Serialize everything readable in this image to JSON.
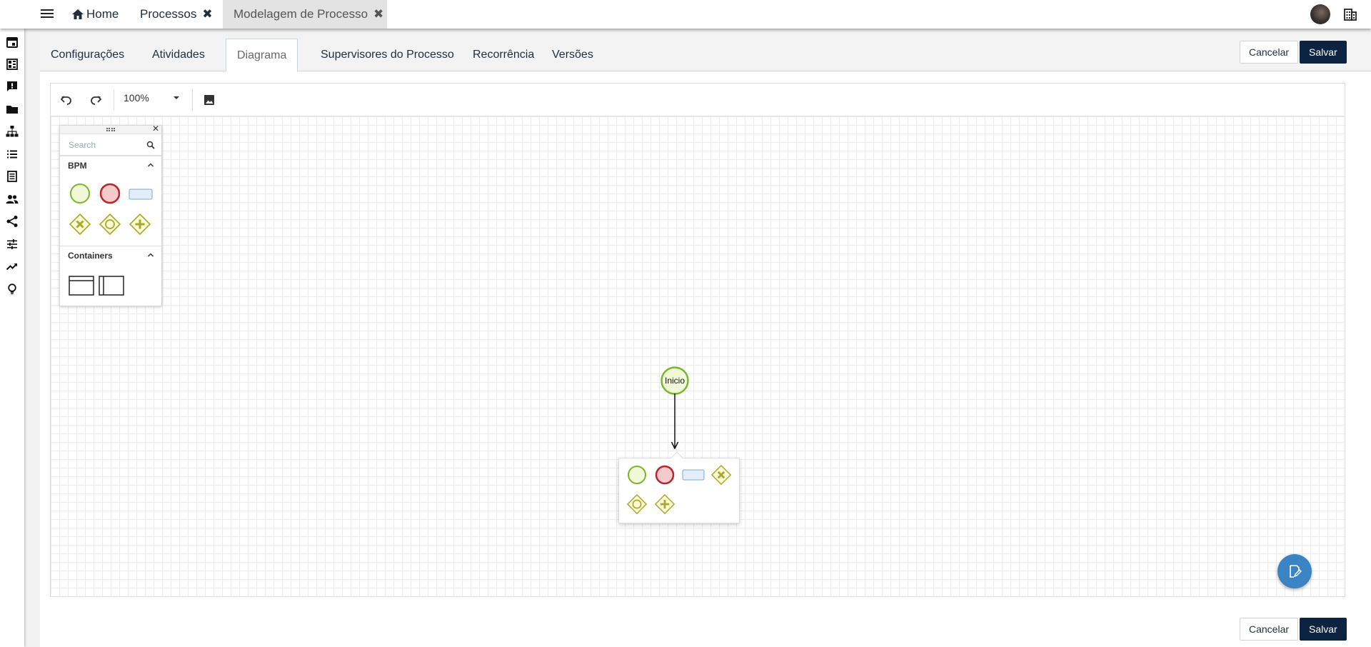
{
  "topbar": {
    "tabs": [
      {
        "label": "Home"
      },
      {
        "label": "Processos",
        "close": "✖"
      },
      {
        "label": "Modelagem de Processo",
        "close": "✖"
      }
    ],
    "icons": [
      "menu-icon",
      "home-icon",
      "avatar",
      "building-icon"
    ]
  },
  "sidebar": {
    "icons": [
      "calendar-icon",
      "dashboard-icon",
      "feedback-icon",
      "folder-icon",
      "sitemap-icon",
      "list-icon",
      "document-icon",
      "people-icon",
      "share-icon",
      "tune-icon",
      "trending-icon",
      "lightbulb-icon"
    ]
  },
  "tabs": [
    {
      "label": "Configurações"
    },
    {
      "label": "Atividades"
    },
    {
      "label": "Diagrama"
    },
    {
      "label": "Supervisores do Processo"
    },
    {
      "label": "Recorrência"
    },
    {
      "label": "Versões"
    }
  ],
  "active_tab": "Diagrama",
  "actions": {
    "cancel": "Cancelar",
    "save": "Salvar"
  },
  "toolbar": {
    "zoom": "100%"
  },
  "palette": {
    "search_placeholder": "Search",
    "sections": [
      {
        "title": "BPM",
        "items": [
          "start-event",
          "end-event",
          "task",
          "exclusive-gateway",
          "inclusive-gateway",
          "parallel-gateway"
        ]
      },
      {
        "title": "Containers",
        "items": [
          "pool-horizontal",
          "pool-vertical"
        ]
      }
    ]
  },
  "diagram": {
    "start_label": "Inicio",
    "popup_items": [
      "start-event",
      "end-event",
      "task",
      "exclusive-gateway",
      "inclusive-gateway",
      "parallel-gateway"
    ]
  },
  "colors": {
    "navy": "#0d2342",
    "start_fill": "#f1f8d8",
    "start_stroke": "#7ab52e",
    "end_fill": "#f6c9cc",
    "end_stroke": "#b8252d",
    "task_fill": "#e2eefb",
    "task_stroke": "#7aaad8",
    "gateway_fill": "#fbfbd5",
    "gateway_stroke": "#a9a72d",
    "fab": "#3a84c4"
  }
}
